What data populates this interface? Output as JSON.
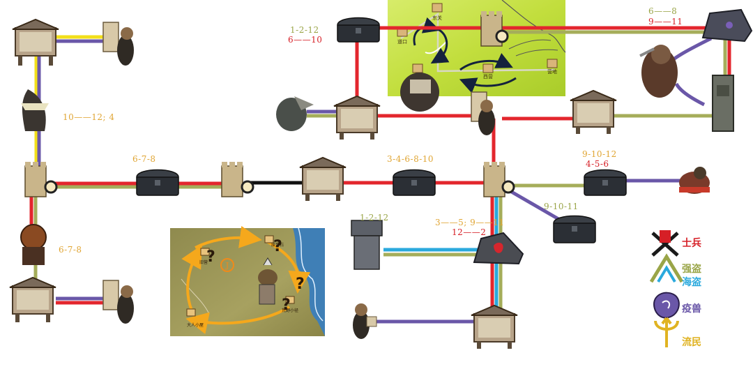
{
  "colors": {
    "soldier": "#e3262d",
    "bandit": "#a5ad5a",
    "pirate": "#2aa9dd",
    "plague": "#6a57a8",
    "refugee": "#f2df1a",
    "neutral": "#111111",
    "label_gold": "#e0a533",
    "label_red": "#d61f26",
    "label_olive": "#9aa548"
  },
  "labels": [
    {
      "id": "l1",
      "text": "1-2-12",
      "color": "label_olive"
    },
    {
      "id": "l2",
      "text": "6——10",
      "color": "label_red"
    },
    {
      "id": "l3",
      "text": "6——8",
      "color": "label_olive"
    },
    {
      "id": "l4",
      "text": "9——11",
      "color": "label_red"
    },
    {
      "id": "l5",
      "text": "10——12; 4",
      "color": "label_gold"
    },
    {
      "id": "l6",
      "text": "6-7-8",
      "color": "label_gold"
    },
    {
      "id": "l7",
      "text": "3-4-6-8-10",
      "color": "label_gold"
    },
    {
      "id": "l8",
      "text": "9-10-12",
      "color": "label_gold"
    },
    {
      "id": "l9",
      "text": "4-5-6",
      "color": "label_red"
    },
    {
      "id": "l10",
      "text": "9-10-11",
      "color": "label_olive"
    },
    {
      "id": "l11",
      "text": "1-2-12",
      "color": "label_olive"
    },
    {
      "id": "l12",
      "text": "3——5; 9——11",
      "color": "label_gold"
    },
    {
      "id": "l13",
      "text": "12——2",
      "color": "label_red"
    },
    {
      "id": "l14",
      "text": "6-7-8",
      "color": "label_gold"
    }
  ],
  "legend": [
    {
      "id": "soldier",
      "icon": "crossed-swords-tower-icon",
      "text": "士兵",
      "color": "#d61f26"
    },
    {
      "id": "bandit",
      "icon": "bandit-blades-icon",
      "text": "强盗",
      "color": "#9aa548"
    },
    {
      "id": "pirate",
      "icon": "pirate-anchor-icon",
      "text": "海盗",
      "color": "#2aa9dd"
    },
    {
      "id": "plague",
      "icon": "plague-beast-icon",
      "text": "疫兽",
      "color": "#6a57a8"
    },
    {
      "id": "refugee",
      "icon": "trident-icon",
      "text": "流民",
      "color": "#e0b322"
    }
  ],
  "minimaps": [
    {
      "id": "top",
      "places": [
        "营地",
        "东关",
        "道口",
        "西营",
        "营地"
      ]
    },
    {
      "id": "bottom",
      "places": [
        "旧营",
        "废弃石",
        "荒野小径",
        "大人小屋"
      ]
    }
  ]
}
